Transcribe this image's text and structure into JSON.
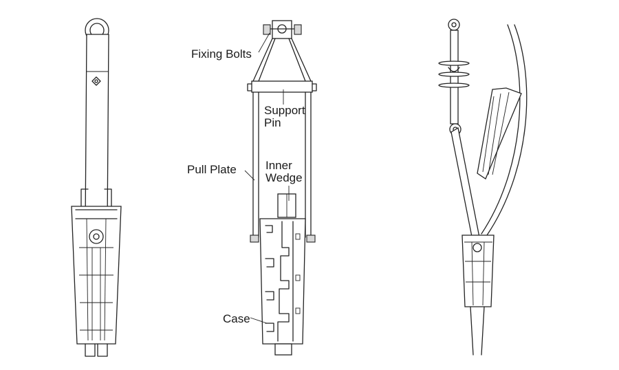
{
  "labels": {
    "fixing_bolts": "Fixing Bolts",
    "support_pin_1": "Support",
    "support_pin_2": "Pin",
    "pull_plate": "Pull Plate",
    "inner_wedge_1": "Inner",
    "inner_wedge_2": "Wedge",
    "case": "Case"
  },
  "colors": {
    "line": "#222222",
    "background": "#ffffff"
  }
}
